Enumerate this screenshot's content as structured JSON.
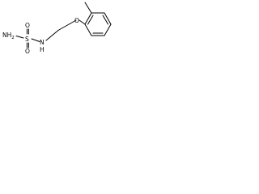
{
  "molecule": {
    "atoms": {
      "amine": {
        "main": "NH",
        "sub": "2"
      },
      "sulfur": "S",
      "oxo_top": "O",
      "oxo_bottom": "O",
      "nitrogen_h": "N",
      "nitrogen_h_hydrogen": "H",
      "ether_oxygen": "O"
    }
  },
  "colors": {
    "bond": "#000000",
    "label": "#000000",
    "background": "#ffffff"
  }
}
